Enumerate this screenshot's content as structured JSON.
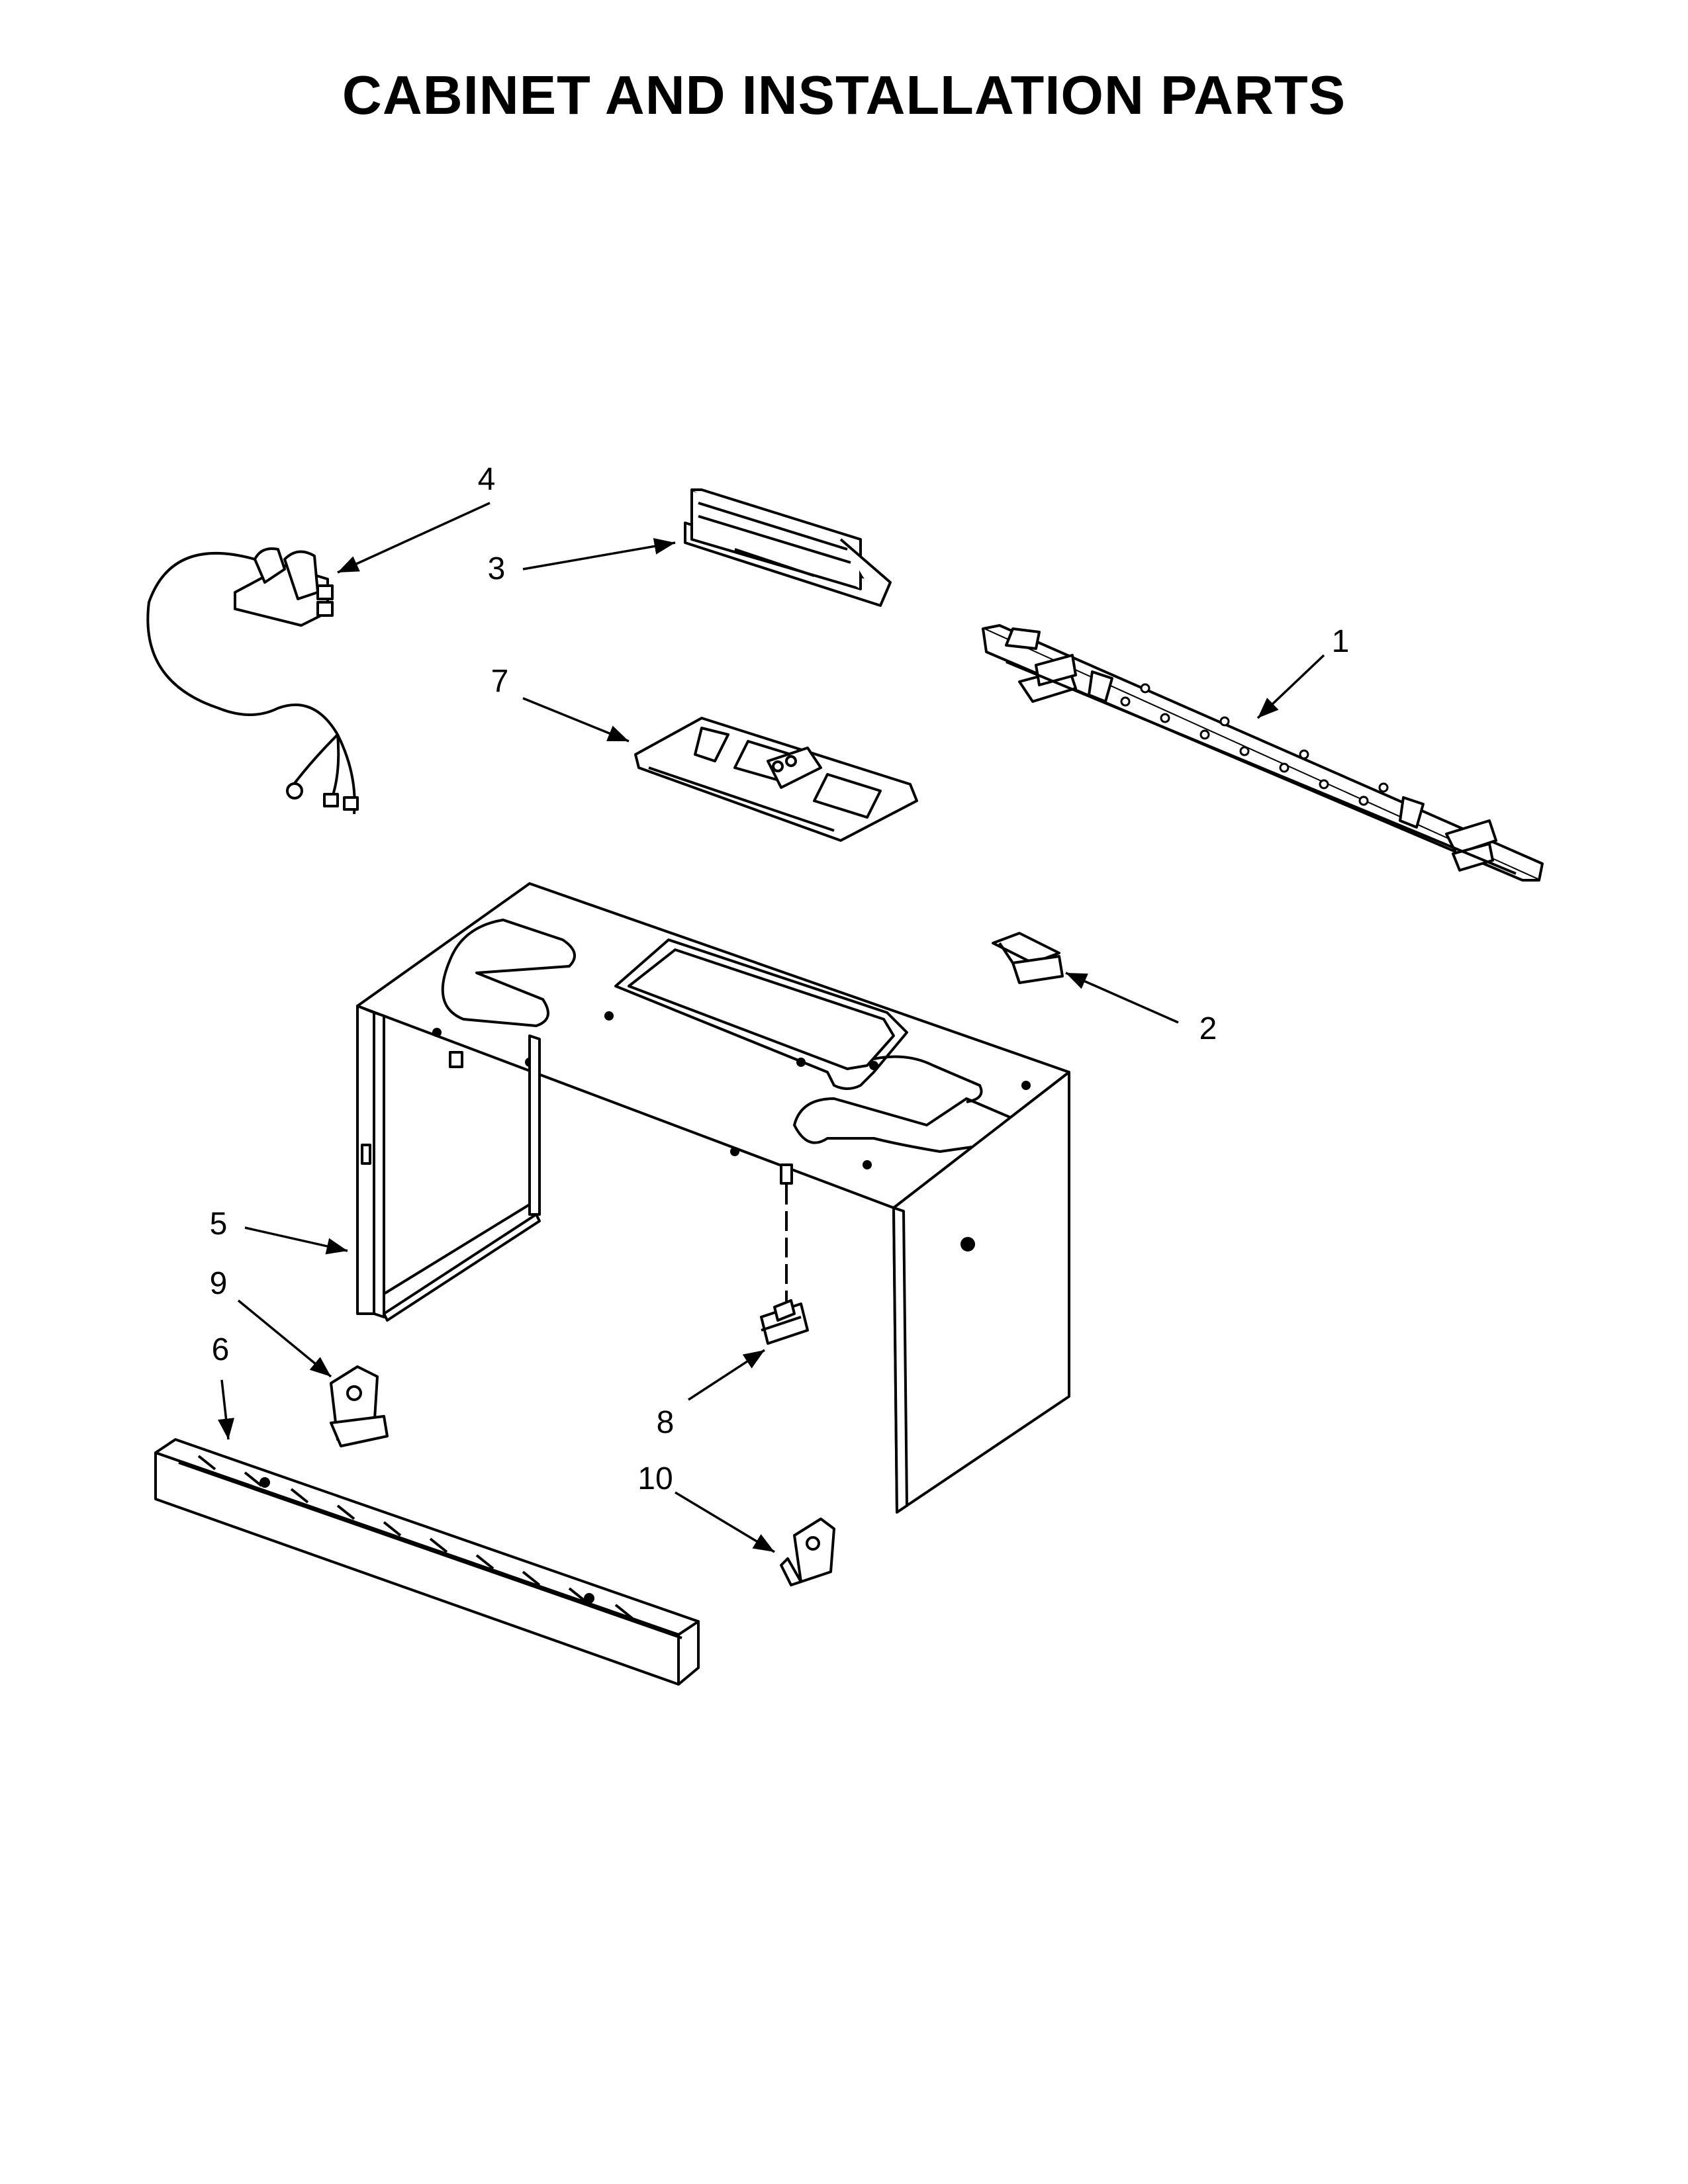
{
  "title": "CABINET AND INSTALLATION PARTS",
  "callouts": {
    "c1": "1",
    "c2": "2",
    "c3": "3",
    "c4": "4",
    "c5": "5",
    "c6": "6",
    "c7": "7",
    "c8": "8",
    "c9": "9",
    "c10": "10"
  },
  "colors": {
    "line": "#000000",
    "fill": "#ffffff"
  }
}
